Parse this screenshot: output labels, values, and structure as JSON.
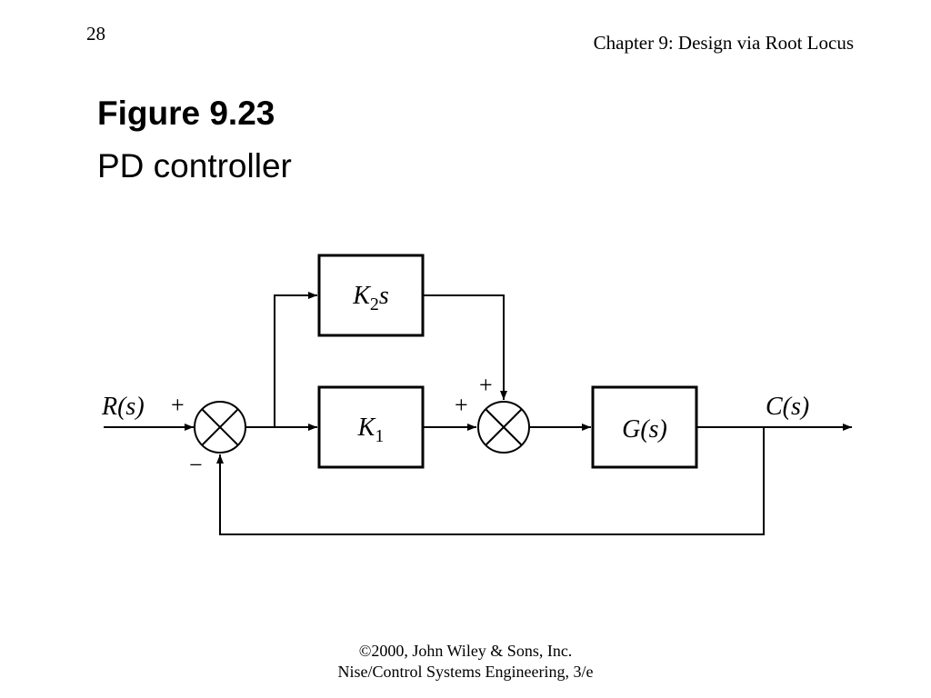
{
  "header": {
    "page_number": "28",
    "chapter": "Chapter 9: Design via Root Locus"
  },
  "figure": {
    "title": "Figure 9.23",
    "subtitle": "PD controller"
  },
  "diagram": {
    "input_label": "R(s)",
    "output_label": "C(s)",
    "blocks": {
      "derivative": {
        "name": "K",
        "subscript": "2",
        "var": "s"
      },
      "proportional": {
        "name": "K",
        "subscript": "1"
      },
      "plant": "G(s)"
    },
    "signs": {
      "sum1_input": "+",
      "sum1_feedback": "−",
      "sum2_k1": "+",
      "sum2_k2": "+"
    }
  },
  "footer": {
    "line1": "©2000, John Wiley & Sons, Inc.",
    "line2": "Nise/Control Systems Engineering, 3/e"
  }
}
